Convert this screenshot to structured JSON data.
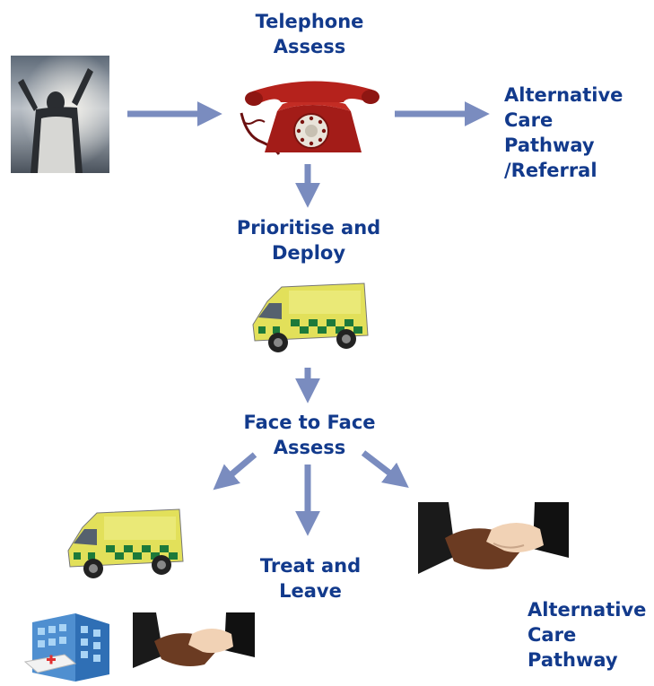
{
  "nodes": {
    "telephone_assess": "Telephone\nAssess",
    "alt_care_referral": "Alternative\nCare\nPathway\n/Referral",
    "prioritise_deploy": "Prioritise and\nDeploy",
    "face_to_face": "Face to Face\nAssess",
    "treat_leave": "Treat and\nLeave",
    "alt_care_pathway": "Alternative\nCare\nPathway"
  },
  "icons": {
    "caller": "person-raised-arms-photo",
    "telephone": "red-rotary-telephone",
    "ambulance": "ambulance-van",
    "hospital": "hospital-building",
    "handshake": "handshake-photo"
  },
  "colors": {
    "label": "#123a8c",
    "arrow": "#7a8cbf"
  }
}
